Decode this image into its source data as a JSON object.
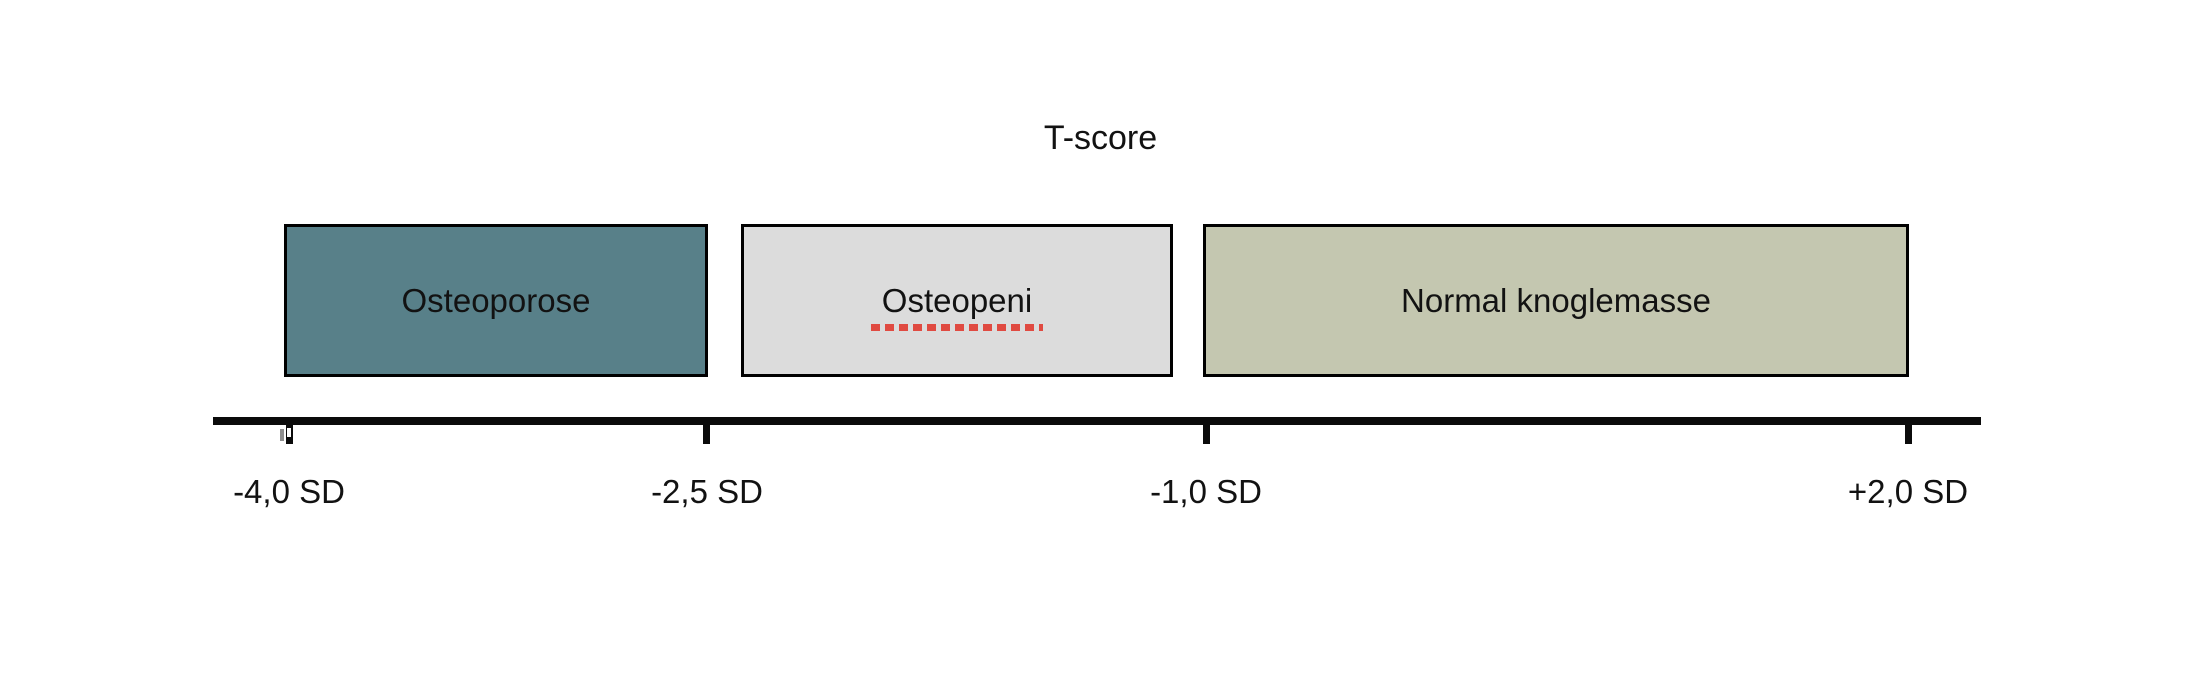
{
  "title": "T-score",
  "diagram": {
    "segments": [
      {
        "label": "Osteoporose",
        "color": "#588089",
        "range_from": "-4,0 SD",
        "range_to": "-2,5 SD"
      },
      {
        "label": "Osteopeni",
        "color": "#dcdcdc",
        "range_from": "-2,5 SD",
        "range_to": "-1,0 SD",
        "spellcheck_underline_color": "#e04a41"
      },
      {
        "label": "Normal knoglemasse",
        "color": "#c4c7b0",
        "range_from": "-1,0 SD",
        "range_to": "+2,0 SD"
      }
    ],
    "axis": {
      "line_color": "#0b0b0b",
      "unit": "SD",
      "ticks": [
        {
          "label": "-4,0 SD",
          "value": -4.0
        },
        {
          "label": "-2,5 SD",
          "value": -2.5
        },
        {
          "label": "-1,0 SD",
          "value": -1.0
        },
        {
          "label": "+2,0 SD",
          "value": 2.0
        }
      ]
    }
  }
}
